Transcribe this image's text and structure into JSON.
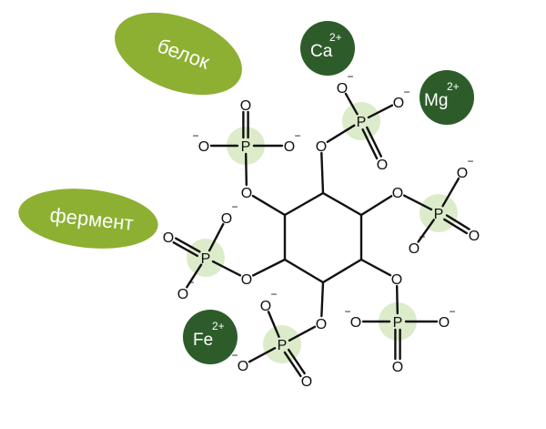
{
  "colors": {
    "pill": "#8db032",
    "ion": "#2d5c2a",
    "highlight": "#dcebc9",
    "bond": "#111111",
    "text_light": "#ffffff"
  },
  "labels": {
    "protein": "белок",
    "enzyme": "фермент"
  },
  "ions": {
    "calcium": {
      "symbol": "Ca",
      "charge": "2+"
    },
    "magnesium": {
      "symbol": "Mg",
      "charge": "2+"
    },
    "iron": {
      "symbol": "Fe",
      "charge": "2+"
    }
  },
  "atoms": {
    "oxygen": "O",
    "phosphorus": "P",
    "negative": "−"
  }
}
